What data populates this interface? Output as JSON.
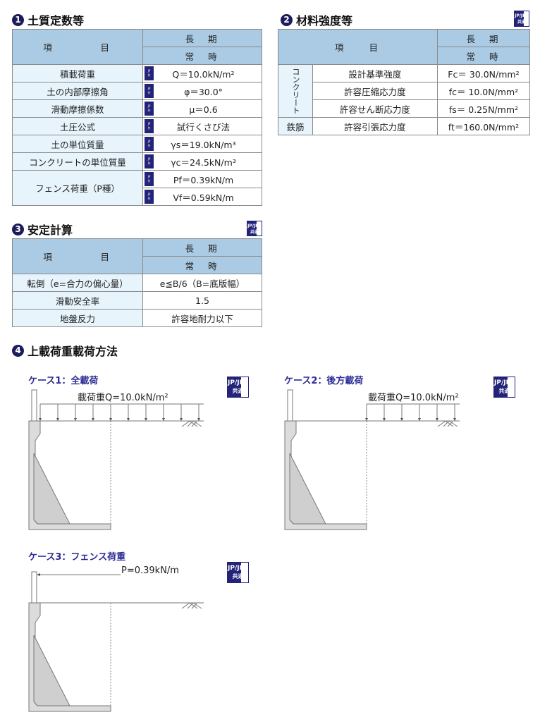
{
  "sec1": {
    "num": "1",
    "title": "土質定数等",
    "h_item": "項　　　　目",
    "h_long": "長　期",
    "h_normal": "常　時",
    "rows": [
      {
        "label": "積載荷重",
        "values": [
          "Q＝10.0kN/m²"
        ]
      },
      {
        "label": "土の内部摩擦角",
        "values": [
          "φ＝30.0°"
        ]
      },
      {
        "label": "滑動摩擦係数",
        "values": [
          "μ＝0.6"
        ]
      },
      {
        "label": "土圧公式",
        "values": [
          "試行くさび法"
        ]
      },
      {
        "label": "土の単位質量",
        "values": [
          "γs＝19.0kN/m³"
        ]
      },
      {
        "label": "コンクリートの単位質量",
        "values": [
          "γc＝24.5kN/m³"
        ]
      },
      {
        "label": "フェンス荷重（P種）",
        "values": [
          "Pf＝0.39kN/m",
          "Vf＝0.59kN/m"
        ]
      }
    ]
  },
  "sec2": {
    "num": "2",
    "title": "材料強度等",
    "h_item": "項　　目",
    "h_long": "長　期",
    "h_normal": "常　時",
    "group1": "コンクリート",
    "group2": "鉄筋",
    "rows": [
      {
        "label": "設計基準強度",
        "value": "Fc＝ 30.0N/mm²"
      },
      {
        "label": "許容圧縮応力度",
        "value": "fc＝ 10.0N/mm²"
      },
      {
        "label": "許容せん断応力度",
        "value": "fs＝ 0.25N/mm²"
      },
      {
        "label": "許容引張応力度",
        "value": "ft＝160.0N/mm²"
      }
    ]
  },
  "sec3": {
    "num": "3",
    "title": "安定計算",
    "h_item": "項　　　　目",
    "h_long": "長　期",
    "h_normal": "常　時",
    "rows": [
      {
        "label": "転倒（e=合力の偏心量）",
        "value": "e≦B/6（B=底版幅）"
      },
      {
        "label": "滑動安全率",
        "value": "1.5"
      },
      {
        "label": "地盤反力",
        "value": "許容地耐力以下"
      }
    ]
  },
  "sec4": {
    "num": "4",
    "title": "上載荷重載荷方法",
    "cases": [
      {
        "title": "ケース1：全載荷",
        "load": "載荷重Q=10.0kN/m²"
      },
      {
        "title": "ケース2：後方載荷",
        "load": "載荷重Q=10.0kN/m²"
      },
      {
        "title": "ケース3：フェンス荷重",
        "load": "P=0.39kN/m"
      }
    ]
  },
  "badge": {
    "top": "JP/JPS",
    "bottom": "共通"
  },
  "colors": {
    "header": "#abcbe4",
    "label_cell": "#e7f4fc",
    "navy": "#23237a",
    "case_title": "#2b2b96"
  }
}
